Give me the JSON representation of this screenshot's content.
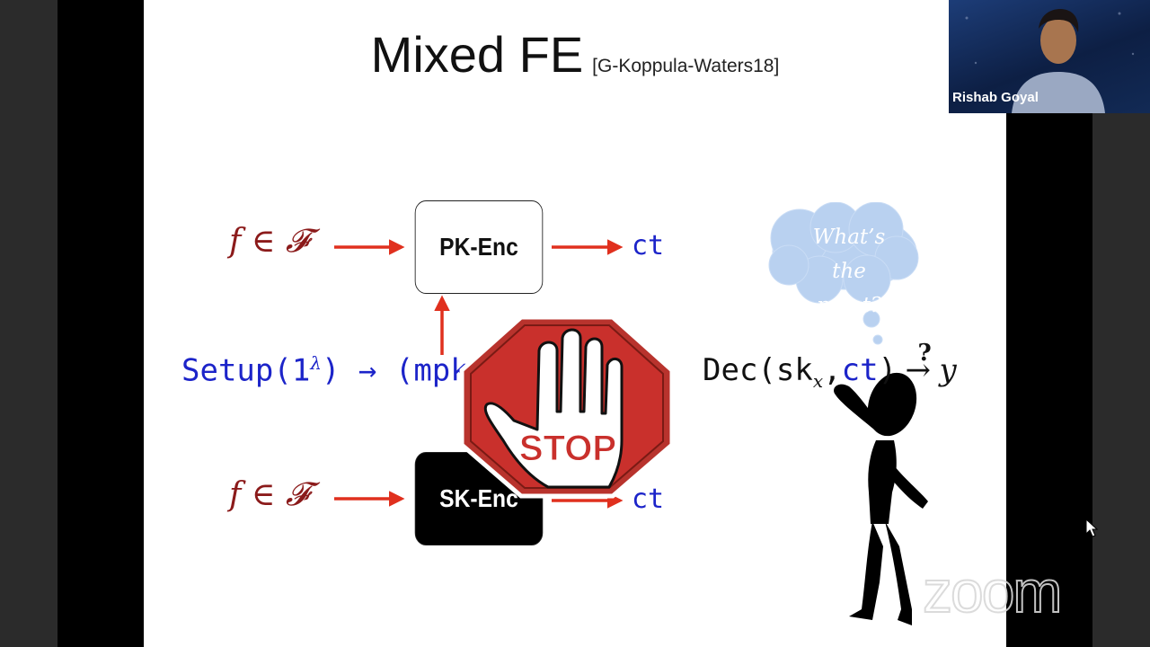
{
  "slide": {
    "title": "Mixed FE",
    "citation": "[G-Koppula-Waters18]",
    "row1": {
      "input": "f ∈ 𝓕",
      "box": "PK-Enc",
      "output": "ct"
    },
    "setup": {
      "prefix": "Setup(1",
      "sup": "λ",
      "suffix": ") → (mpk"
    },
    "row2": {
      "input": "f ∈ 𝓕",
      "box": "SK-Enc",
      "output": "ct"
    },
    "thought": {
      "line1": "What’s",
      "line2": "the point?"
    },
    "dec": {
      "prefix": "Dec(sk",
      "sub": "x",
      "comma": ",",
      "ct": "ct",
      "close": ")",
      "arrow": "→",
      "q": "?",
      "y": "y"
    },
    "stop_sign": {
      "label": "STOP",
      "icon": "stop-hand-icon",
      "color": "#c9302c"
    },
    "figure_icon": "thinking-person-icon"
  },
  "webcam": {
    "participant_name": "Rishab Goyal"
  },
  "watermark": {
    "text": "zoom"
  },
  "colors": {
    "arrow": "#e0301e",
    "maroon": "#8b1a1a",
    "blue": "#1c24c9",
    "cloud": "#b9d1f0"
  }
}
